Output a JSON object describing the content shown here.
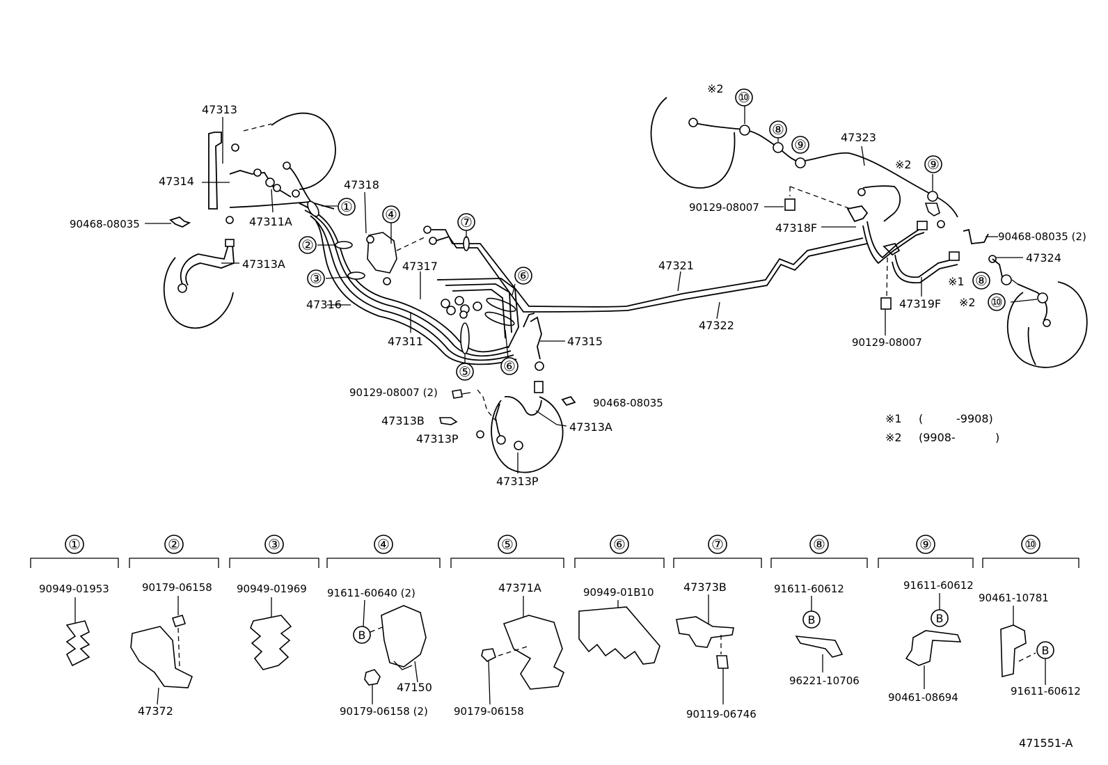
{
  "diagram_id": "471551-A",
  "labels": {
    "p47313_top": "47313",
    "p47314": "47314",
    "p90468_left": "90468-08035",
    "p47311A": "47311A",
    "p47313A_left": "47313A",
    "p47318": "47318",
    "p47317": "47317",
    "p47316": "47316",
    "p47311": "47311",
    "p47315": "47315",
    "p90129_2": "90129-08007 (2)",
    "p90468_mid": "90468-08035",
    "p47313B": "47313B",
    "p47313P_a": "47313P",
    "p47313A_mid": "47313A",
    "p47313P_b": "47313P",
    "p47321": "47321",
    "p47322": "47322",
    "p47323": "47323",
    "p90129_a": "90129-08007",
    "p47318F": "47318F",
    "p90468_right": "90468-08035 (2)",
    "p47324": "47324",
    "p47319F": "47319F",
    "p90129_b": "90129-08007",
    "mark1": "※1",
    "mark2_a": "※2",
    "mark2_b": "※2",
    "mark2_c": "※2"
  },
  "callouts": [
    "①",
    "②",
    "③",
    "④",
    "⑤",
    "⑥",
    "⑦",
    "⑧",
    "⑨",
    "⑩"
  ],
  "notes": {
    "n1_mark": "※1",
    "n1_open": "(",
    "n1_val": "-9908)",
    "n2_mark": "※2",
    "n2_val": "(9908-",
    "n2_close": ")"
  },
  "legend": [
    {
      "num": "①",
      "parts": [
        "90949-01953"
      ]
    },
    {
      "num": "②",
      "parts": [
        "90179-06158",
        "47372"
      ]
    },
    {
      "num": "③",
      "parts": [
        "90949-01969"
      ]
    },
    {
      "num": "④",
      "parts": [
        "91611-60640 (2)",
        "47150",
        "90179-06158 (2)"
      ],
      "b_mark": "B"
    },
    {
      "num": "⑤",
      "parts": [
        "47371A",
        "90179-06158"
      ]
    },
    {
      "num": "⑥",
      "parts": [
        "90949-01B10"
      ]
    },
    {
      "num": "⑦",
      "parts": [
        "47373B",
        "90119-06746"
      ]
    },
    {
      "num": "⑧",
      "parts": [
        "91611-60612",
        "96221-10706"
      ],
      "b_mark": "B"
    },
    {
      "num": "⑨",
      "parts": [
        "91611-60612",
        "90461-08694"
      ],
      "b_mark": "B"
    },
    {
      "num": "⑩",
      "parts": [
        "90461-10781",
        "91611-60612"
      ],
      "b_mark": "B"
    }
  ]
}
